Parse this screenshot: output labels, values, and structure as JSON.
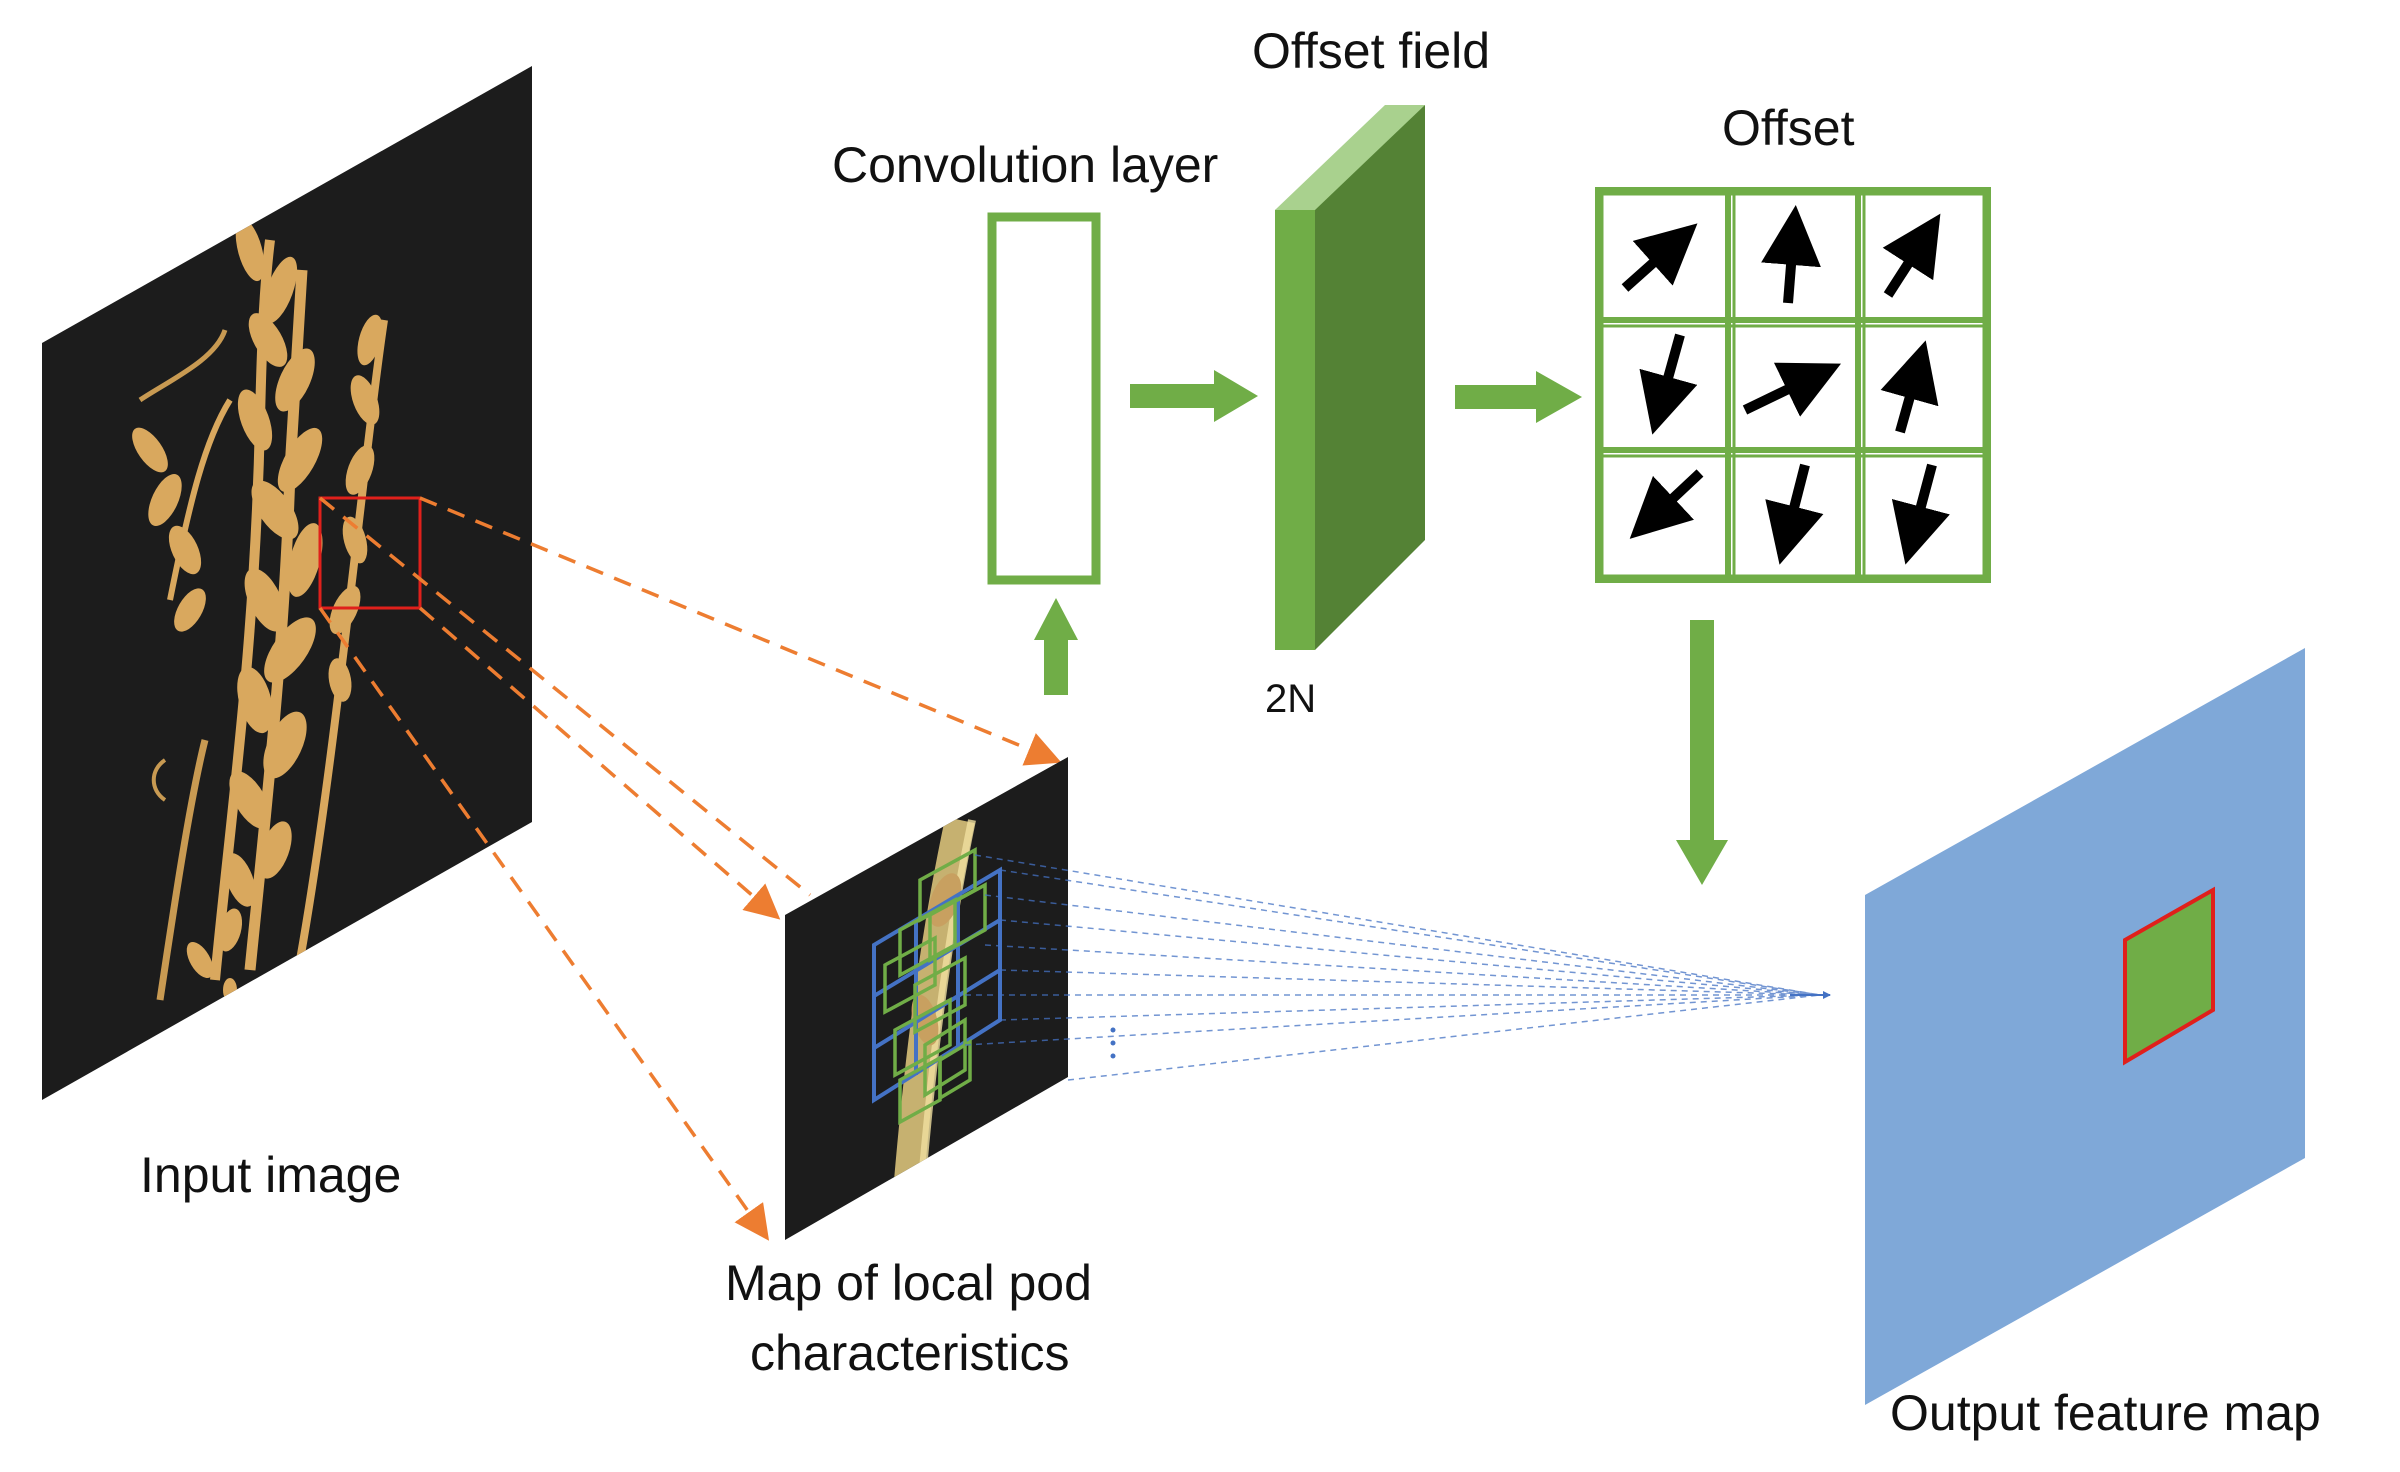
{
  "labels": {
    "input_image": "Input image",
    "local_map_line1": "Map of local pod",
    "local_map_line2": "characteristics",
    "conv_layer": "Convolution layer",
    "offset_field": "Offset field",
    "offset_field_dim": "2N",
    "offset": "Offset",
    "output_map": "Output feature map"
  },
  "offset_arrows": [
    {
      "name": "offset-arrow-1",
      "direction": "up-right"
    },
    {
      "name": "offset-arrow-2",
      "direction": "up"
    },
    {
      "name": "offset-arrow-3",
      "direction": "up-right"
    },
    {
      "name": "offset-arrow-4",
      "direction": "down"
    },
    {
      "name": "offset-arrow-5",
      "direction": "right-up"
    },
    {
      "name": "offset-arrow-6",
      "direction": "up"
    },
    {
      "name": "offset-arrow-7",
      "direction": "down-left"
    },
    {
      "name": "offset-arrow-8",
      "direction": "down"
    },
    {
      "name": "offset-arrow-9",
      "direction": "down"
    }
  ],
  "colors": {
    "green": "#70ad47",
    "green_dark": "#548235",
    "green_light": "#a9d18e",
    "orange": "#ed7d31",
    "blue": "#4472c4",
    "output_blue": "#7fa8d8",
    "red": "#e0201b",
    "image_bg": "#1c1c1c",
    "pod": "#d9a85e"
  }
}
